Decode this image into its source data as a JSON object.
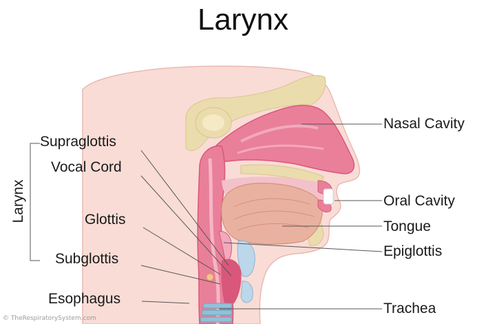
{
  "title": "Larynx",
  "group_label": "Larynx",
  "labels": {
    "nasal_cavity": "Nasal Cavity",
    "oral_cavity": "Oral Cavity",
    "tongue": "Tongue",
    "epiglottis": "Epiglottis",
    "trachea": "Trachea",
    "supraglottis": "Supraglottis",
    "vocal_cord": "Vocal Cord",
    "glottis": "Glottis",
    "subglottis": "Subglottis",
    "esophagus": "Esophagus"
  },
  "credit": "© TheRespiratorySystem.com",
  "colors": {
    "skin": "#f9dcd6",
    "skin_edge": "#eab9b0",
    "bone": "#ebdcae",
    "mucosa": "#ea7f9a",
    "mucosa_dark": "#d9577a",
    "tongue": "#e9b2a0",
    "cartilage": "#bcd7ea",
    "trachea": "#8fc2d8"
  }
}
